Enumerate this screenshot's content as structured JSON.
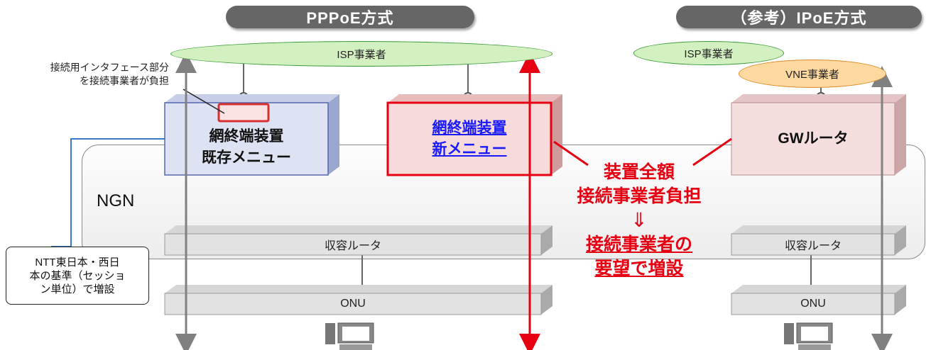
{
  "headers": {
    "pppoe": "PPPoE方式",
    "ipoe": "（参考）IPoE方式"
  },
  "pppoe": {
    "isp": "ISP事業者",
    "annotation_line1": "接続用インタフェース部分",
    "annotation_line2": "を接続事業者が負担",
    "existing_line1": "網終端装置",
    "existing_line2": "既存メニュー",
    "new_line1": "網終端装置",
    "new_line2": "新メニュー",
    "router": "収容ルータ",
    "onu": "ONU"
  },
  "ngn_label": "NGN",
  "ntt_callout": {
    "line1": "NTT東日本・西日",
    "line2": "本の基準（セッショ",
    "line3": "ン単位）で増設"
  },
  "cost_text": {
    "line1": "装置全額",
    "line2": "接続事業者負担",
    "arrow": "⇓",
    "line3": "接続事業者の",
    "line4": "要望で増設"
  },
  "ipoe": {
    "isp": "ISP事業者",
    "vne": "VNE事業者",
    "gw": "GWルータ",
    "router": "収容ルータ",
    "onu": "ONU"
  },
  "colors": {
    "header_pill": "#666666",
    "red": "#e60012",
    "blue_link": "#1a1aff",
    "blue_connector": "#3a78c8",
    "isp_fill": "#d2f0c0",
    "vne_fill": "#fdd9a0"
  }
}
